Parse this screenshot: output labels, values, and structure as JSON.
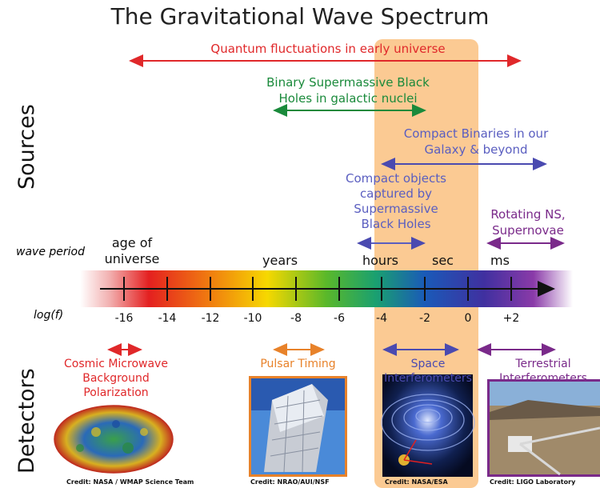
{
  "title": "The Gravitational Wave Spectrum",
  "sections": {
    "sources": "Sources",
    "detectors": "Detectors"
  },
  "axis": {
    "wave_period_label": "wave period",
    "log_f_label": "log(f)",
    "period_labels": [
      "age of",
      "universe",
      "years",
      "hours",
      "sec",
      "ms"
    ],
    "ticks": [
      "-16",
      "-14",
      "-12",
      "-10",
      "-8",
      "-6",
      "-4",
      "-2",
      "0",
      "+2"
    ]
  },
  "sources": {
    "quantum": "Quantum fluctuations in early universe",
    "smbh_line1": "Binary Supermassive Black",
    "smbh_line2": "Holes in galactic nuclei",
    "compact_line1": "Compact Binaries in our",
    "compact_line2": "Galaxy & beyond",
    "captured_line1": "Compact objects",
    "captured_line2": "captured by",
    "captured_line3": "Supermassive",
    "captured_line4": "Black Holes",
    "rotating_line1": "Rotating NS,",
    "rotating_line2": "Supernovae"
  },
  "detectors": {
    "cmb_line1": "Cosmic Microwave",
    "cmb_line2": "Background",
    "cmb_line3": "Polarization",
    "pulsar": "Pulsar Timing",
    "space_line1": "Space",
    "space_line2": "Interferometers",
    "terrestrial_line1": "Terrestrial",
    "terrestrial_line2": "Interferometers"
  },
  "credits": {
    "cmb": "Credit: NASA / WMAP Science Team",
    "pulsar": "Credit: NRAO/AUI/NSF",
    "space": "Credit: NASA/ESA",
    "ligo": "Credit: LIGO Laboratory"
  },
  "colors": {
    "sources_red": "#e0282a",
    "sources_green": "#1a8a3b",
    "sources_blue": "#5a5ec0",
    "purple": "#7a2a8a",
    "orange": "#e8822a",
    "band": "#fbc58a"
  }
}
